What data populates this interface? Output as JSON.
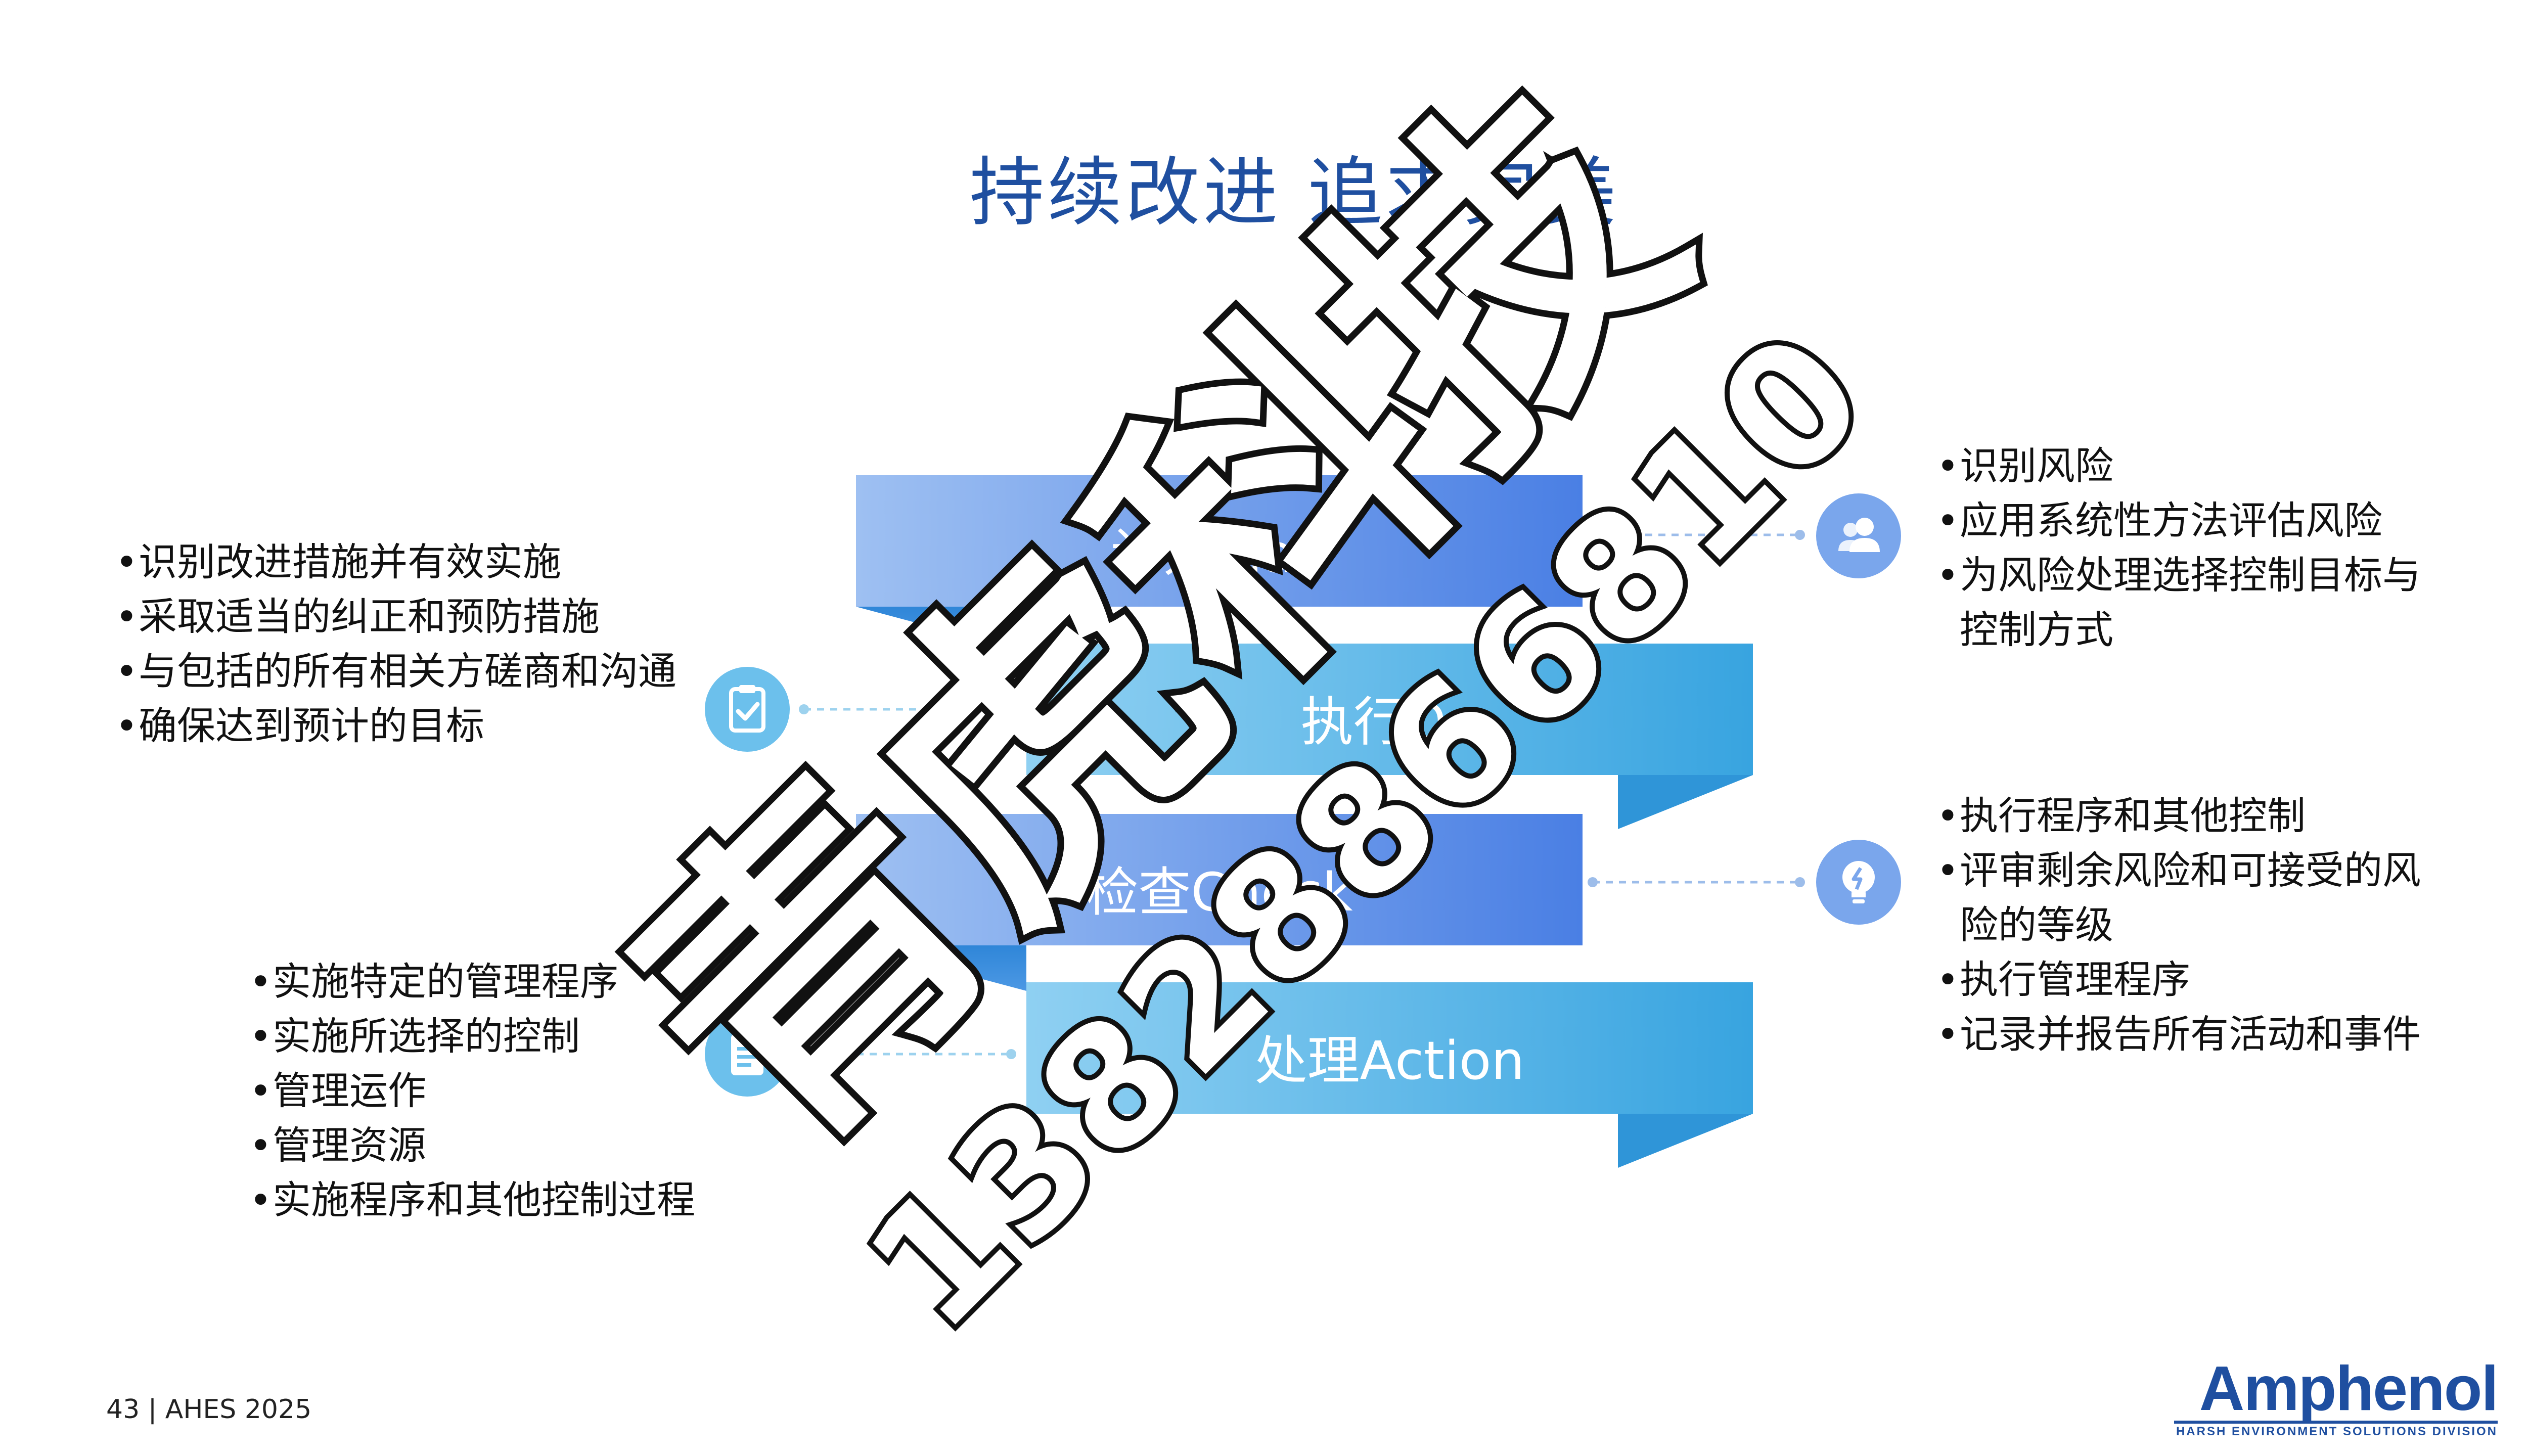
{
  "slide": {
    "title": "持续改进  追求完美",
    "footer": "43 | AHES 2025"
  },
  "bands": [
    {
      "label": "计划Plan"
    },
    {
      "label": "执行Do"
    },
    {
      "label": "检查Check"
    },
    {
      "label": "处理Action"
    }
  ],
  "icons": {
    "top_right": "users-icon",
    "left_middle": "clipboard-check-icon",
    "right_middle": "lightbulb-icon",
    "bottom_left": "clipboard-list-icon"
  },
  "text_blocks": {
    "top_right": [
      "识别风险",
      "应用系统性方法评估风险",
      "为风险处理选择控制目标与\n控制方式"
    ],
    "left_middle": [
      "识别改进措施并有效实施",
      "采取适当的纠正和预防措施",
      "与包括的所有相关方磋商和沟通",
      "确保达到预计的目标"
    ],
    "right_middle": [
      "执行程序和其他控制",
      "评审剩余风险和可接受的风\n险的等级",
      "执行管理程序",
      "记录并报告所有活动和事件"
    ],
    "bottom_left": [
      "实施特定的管理程序",
      "实施所选择的控制",
      "管理运作",
      "管理资源",
      "实施程序和其他控制过程"
    ]
  },
  "logo": {
    "wordmark": "Amphenol",
    "subtitle": "HARSH ENVIRONMENT SOLUTIONS DIVISION"
  },
  "watermark": {
    "company": "青虎科技",
    "phone": "13828866810"
  },
  "colors": {
    "title": "#1f4fa0",
    "band_dark_blue": "#4f86e6",
    "band_light_blue": "#3aa8e2",
    "icon_circle_blue": "#7aa6ec",
    "icon_circle_cyan": "#6cc0ec"
  }
}
